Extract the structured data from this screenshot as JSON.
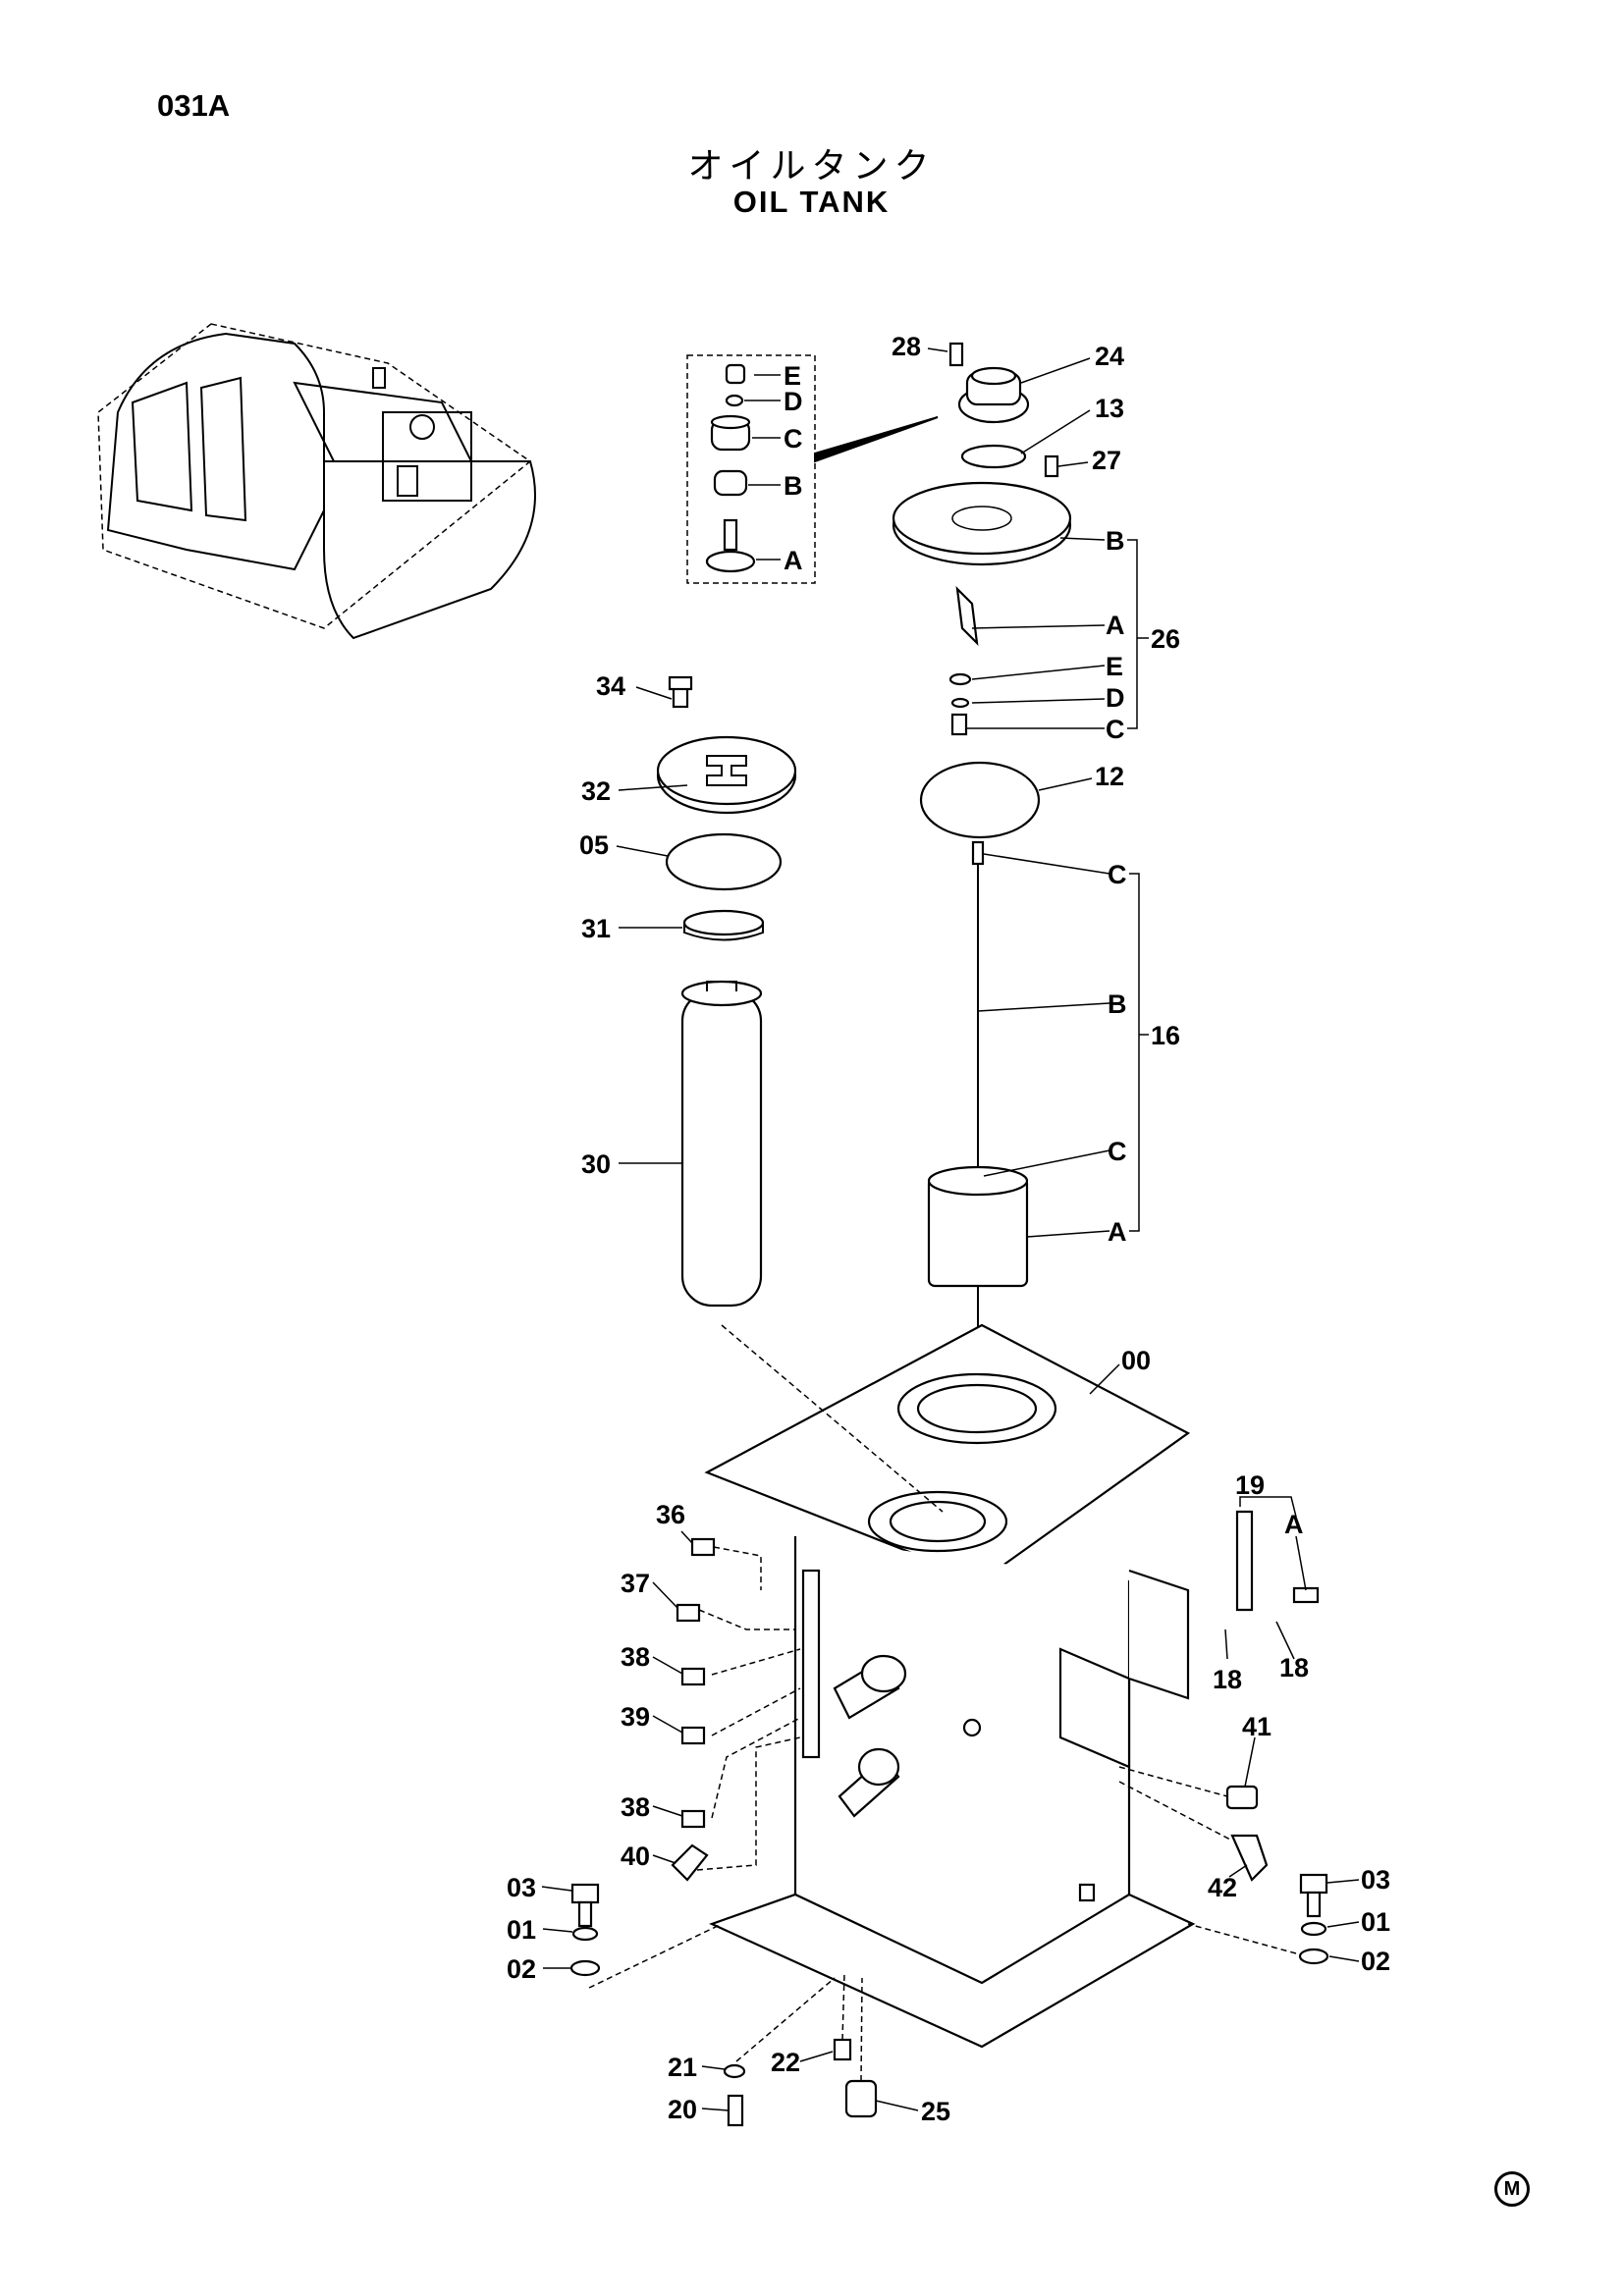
{
  "page_code": "031A",
  "title_jp": "オイルタンク",
  "title_en": "OIL TANK",
  "corner_mark": "M",
  "callouts": [
    {
      "id": "c28",
      "text": "28"
    },
    {
      "id": "c24",
      "text": "24"
    },
    {
      "id": "c13",
      "text": "13"
    },
    {
      "id": "c27",
      "text": "27"
    },
    {
      "id": "c26B",
      "text": "B"
    },
    {
      "id": "c26A",
      "text": "A"
    },
    {
      "id": "c26",
      "text": "26"
    },
    {
      "id": "c26E",
      "text": "E"
    },
    {
      "id": "c26D",
      "text": "D"
    },
    {
      "id": "c26C",
      "text": "C"
    },
    {
      "id": "c12",
      "text": "12"
    },
    {
      "id": "c34",
      "text": "34"
    },
    {
      "id": "c32",
      "text": "32"
    },
    {
      "id": "c05",
      "text": "05"
    },
    {
      "id": "c31",
      "text": "31"
    },
    {
      "id": "c30",
      "text": "30"
    },
    {
      "id": "c16C1",
      "text": "C"
    },
    {
      "id": "c16B",
      "text": "B"
    },
    {
      "id": "c16",
      "text": "16"
    },
    {
      "id": "c16C2",
      "text": "C"
    },
    {
      "id": "c16A",
      "text": "A"
    },
    {
      "id": "c00",
      "text": "00"
    },
    {
      "id": "c19",
      "text": "19"
    },
    {
      "id": "c19A",
      "text": "A"
    },
    {
      "id": "c18a",
      "text": "18"
    },
    {
      "id": "c18b",
      "text": "18"
    },
    {
      "id": "c36",
      "text": "36"
    },
    {
      "id": "c37",
      "text": "37"
    },
    {
      "id": "c38a",
      "text": "38"
    },
    {
      "id": "c39",
      "text": "39"
    },
    {
      "id": "c38b",
      "text": "38"
    },
    {
      "id": "c40",
      "text": "40"
    },
    {
      "id": "c41",
      "text": "41"
    },
    {
      "id": "c42",
      "text": "42"
    },
    {
      "id": "c03L",
      "text": "03"
    },
    {
      "id": "c01L",
      "text": "01"
    },
    {
      "id": "c02L",
      "text": "02"
    },
    {
      "id": "c03R",
      "text": "03"
    },
    {
      "id": "c01R",
      "text": "01"
    },
    {
      "id": "c02R",
      "text": "02"
    },
    {
      "id": "c21",
      "text": "21"
    },
    {
      "id": "c22",
      "text": "22"
    },
    {
      "id": "c20",
      "text": "20"
    },
    {
      "id": "c25",
      "text": "25"
    },
    {
      "id": "cInsE",
      "text": "E"
    },
    {
      "id": "cInsD",
      "text": "D"
    },
    {
      "id": "cInsC",
      "text": "C"
    },
    {
      "id": "cInsB",
      "text": "B"
    },
    {
      "id": "cInsA",
      "text": "A"
    }
  ]
}
